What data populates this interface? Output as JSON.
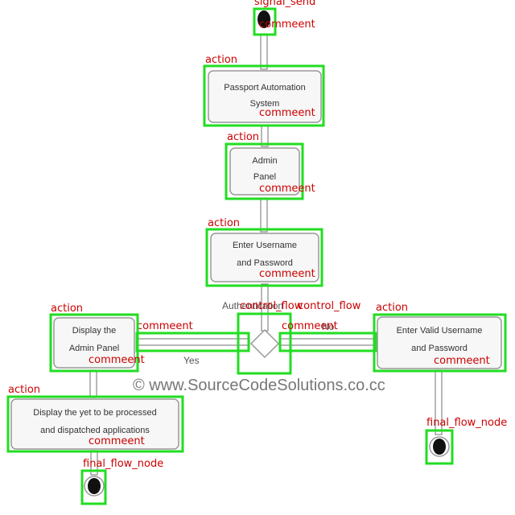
{
  "nodes": {
    "initial": {
      "label": "signal_send"
    },
    "passport": {
      "text_line1": "Passport Automation",
      "text_line2": "System",
      "label": "action"
    },
    "admin_panel": {
      "text_line1": "Admin",
      "text_line2": "Panel",
      "label": "action"
    },
    "enter_username": {
      "text_line1": "Enter Username",
      "text_line2": "and Password",
      "label": "action"
    },
    "decision": {
      "label_1": "Authentication",
      "label_2": "control_flow",
      "label_3": "control_flow"
    },
    "display_admin": {
      "text_line1": "Display the",
      "text_line2": "Admin Panel",
      "label": "action"
    },
    "enter_valid": {
      "text_line1": "Enter Valid Username",
      "text_line2": "and Password",
      "label": "action"
    },
    "display_yet": {
      "text_line1": "Display the yet to be processed",
      "text_line2": "and dispatched applications",
      "label": "action"
    },
    "final_left": {
      "label": "final_flow_node"
    },
    "final_right": {
      "label": "final_flow_node"
    }
  },
  "flows": {
    "comment_label": "commeent",
    "yes_label": "Yes",
    "no_label": "No"
  },
  "watermark": "© www.SourceCodeSolutions.co.cc"
}
